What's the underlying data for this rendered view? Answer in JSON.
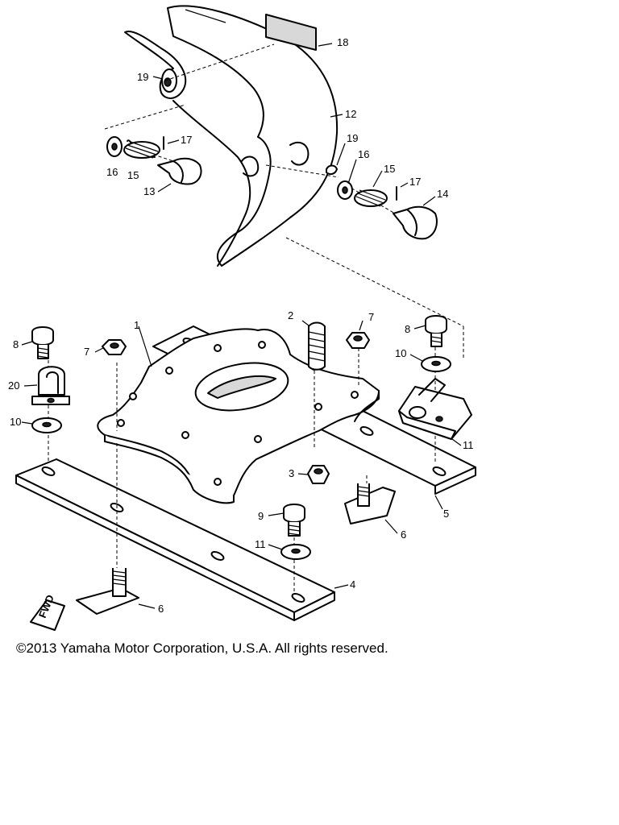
{
  "copyright": "©2013 Yamaha Motor Corporation, U.S.A. All rights reserved.",
  "direction_marker": "FWD",
  "callouts": [
    "1",
    "2",
    "3",
    "4",
    "5",
    "6",
    "6",
    "7",
    "7",
    "8",
    "8",
    "9",
    "10",
    "10",
    "11",
    "11",
    "12",
    "13",
    "14",
    "15",
    "15",
    "16",
    "16",
    "17",
    "17",
    "18",
    "19",
    "19",
    "20"
  ]
}
